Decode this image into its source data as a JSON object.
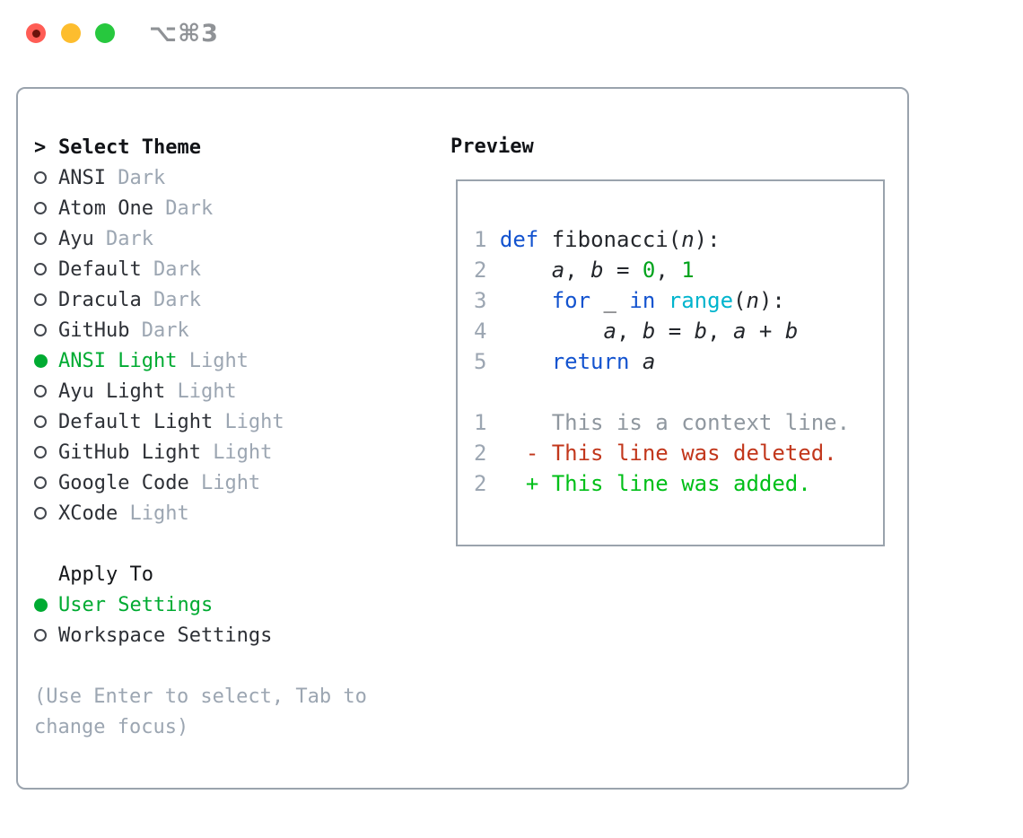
{
  "window": {
    "title": "⌥⌘3",
    "traffic_lights": [
      {
        "name": "close-button",
        "color": "#ff5d55"
      },
      {
        "name": "minimize-button",
        "color": "#fdbd2e"
      },
      {
        "name": "zoom-button",
        "color": "#27c83e"
      }
    ]
  },
  "theme_picker": {
    "header": {
      "cursor": ">",
      "label": "Select Theme"
    },
    "themes": [
      {
        "name": "ANSI",
        "variant": "Dark",
        "selected": false
      },
      {
        "name": "Atom One",
        "variant": "Dark",
        "selected": false
      },
      {
        "name": "Ayu",
        "variant": "Dark",
        "selected": false
      },
      {
        "name": "Default",
        "variant": "Dark",
        "selected": false
      },
      {
        "name": "Dracula",
        "variant": "Dark",
        "selected": false
      },
      {
        "name": "GitHub",
        "variant": "Dark",
        "selected": false
      },
      {
        "name": "ANSI Light",
        "variant": "Light",
        "selected": true
      },
      {
        "name": "Ayu Light",
        "variant": "Light",
        "selected": false
      },
      {
        "name": "Default Light",
        "variant": "Light",
        "selected": false
      },
      {
        "name": "GitHub Light",
        "variant": "Light",
        "selected": false
      },
      {
        "name": "Google Code",
        "variant": "Light",
        "selected": false
      },
      {
        "name": "XCode",
        "variant": "Light",
        "selected": false
      }
    ],
    "apply_to": {
      "label": "Apply To",
      "options": [
        {
          "name": "User Settings",
          "selected": true
        },
        {
          "name": "Workspace Settings",
          "selected": false
        }
      ]
    },
    "hint_lines": [
      "(Use Enter to select, Tab to",
      "change focus)"
    ]
  },
  "preview": {
    "label": "Preview",
    "code_lines": [
      {
        "segments": [
          [
            "1 ",
            "num"
          ],
          [
            "def",
            "kw"
          ],
          [
            " fibonacci(",
            "pl"
          ],
          [
            "n",
            "var"
          ],
          [
            "):",
            "pl"
          ]
        ]
      },
      {
        "segments": [
          [
            "2 ",
            "num"
          ],
          [
            "    ",
            "pl"
          ],
          [
            "a",
            "var"
          ],
          [
            ", ",
            "pl"
          ],
          [
            "b",
            "var"
          ],
          [
            " = ",
            "pl"
          ],
          [
            "0",
            "lit"
          ],
          [
            ", ",
            "pl"
          ],
          [
            "1",
            "lit"
          ]
        ]
      },
      {
        "segments": [
          [
            "3 ",
            "num"
          ],
          [
            "    ",
            "pl"
          ],
          [
            "for",
            "kw"
          ],
          [
            " _ ",
            "pl"
          ],
          [
            "in",
            "kw"
          ],
          [
            " ",
            "pl"
          ],
          [
            "range",
            "fn"
          ],
          [
            "(",
            "pl"
          ],
          [
            "n",
            "var"
          ],
          [
            "):",
            "pl"
          ]
        ]
      },
      {
        "segments": [
          [
            "4 ",
            "num"
          ],
          [
            "        ",
            "pl"
          ],
          [
            "a",
            "var"
          ],
          [
            ", ",
            "pl"
          ],
          [
            "b",
            "var"
          ],
          [
            " = ",
            "pl"
          ],
          [
            "b",
            "var"
          ],
          [
            ", ",
            "pl"
          ],
          [
            "a",
            "var"
          ],
          [
            " + ",
            "pl"
          ],
          [
            "b",
            "var"
          ]
        ]
      },
      {
        "segments": [
          [
            "5 ",
            "num"
          ],
          [
            "    ",
            "pl"
          ],
          [
            "return",
            "kw"
          ],
          [
            " ",
            "pl"
          ],
          [
            "a",
            "var"
          ]
        ]
      },
      {
        "segments": []
      },
      {
        "segments": [
          [
            "1",
            "num"
          ],
          [
            "     ",
            "pl"
          ],
          [
            "This is a context line.",
            "ctx"
          ]
        ]
      },
      {
        "segments": [
          [
            "2",
            "num"
          ],
          [
            "   ",
            "pl"
          ],
          [
            "- This line was deleted.",
            "del"
          ]
        ]
      },
      {
        "segments": [
          [
            "2",
            "num"
          ],
          [
            "   ",
            "pl"
          ],
          [
            "+ This line was added.",
            "add"
          ]
        ]
      }
    ]
  },
  "colors": {
    "accent_green": "#00ab32",
    "added_green": "#00bf18",
    "deleted_red": "#c2371c",
    "keyword_blue": "#1353cf",
    "function_cyan": "#00b4cd",
    "literal_green": "#00a31c",
    "muted_gray": "#9ca6b2",
    "text_dark": "#2d3036",
    "border_gray": "#9aa3ad",
    "title_gray": "#8f9296"
  }
}
